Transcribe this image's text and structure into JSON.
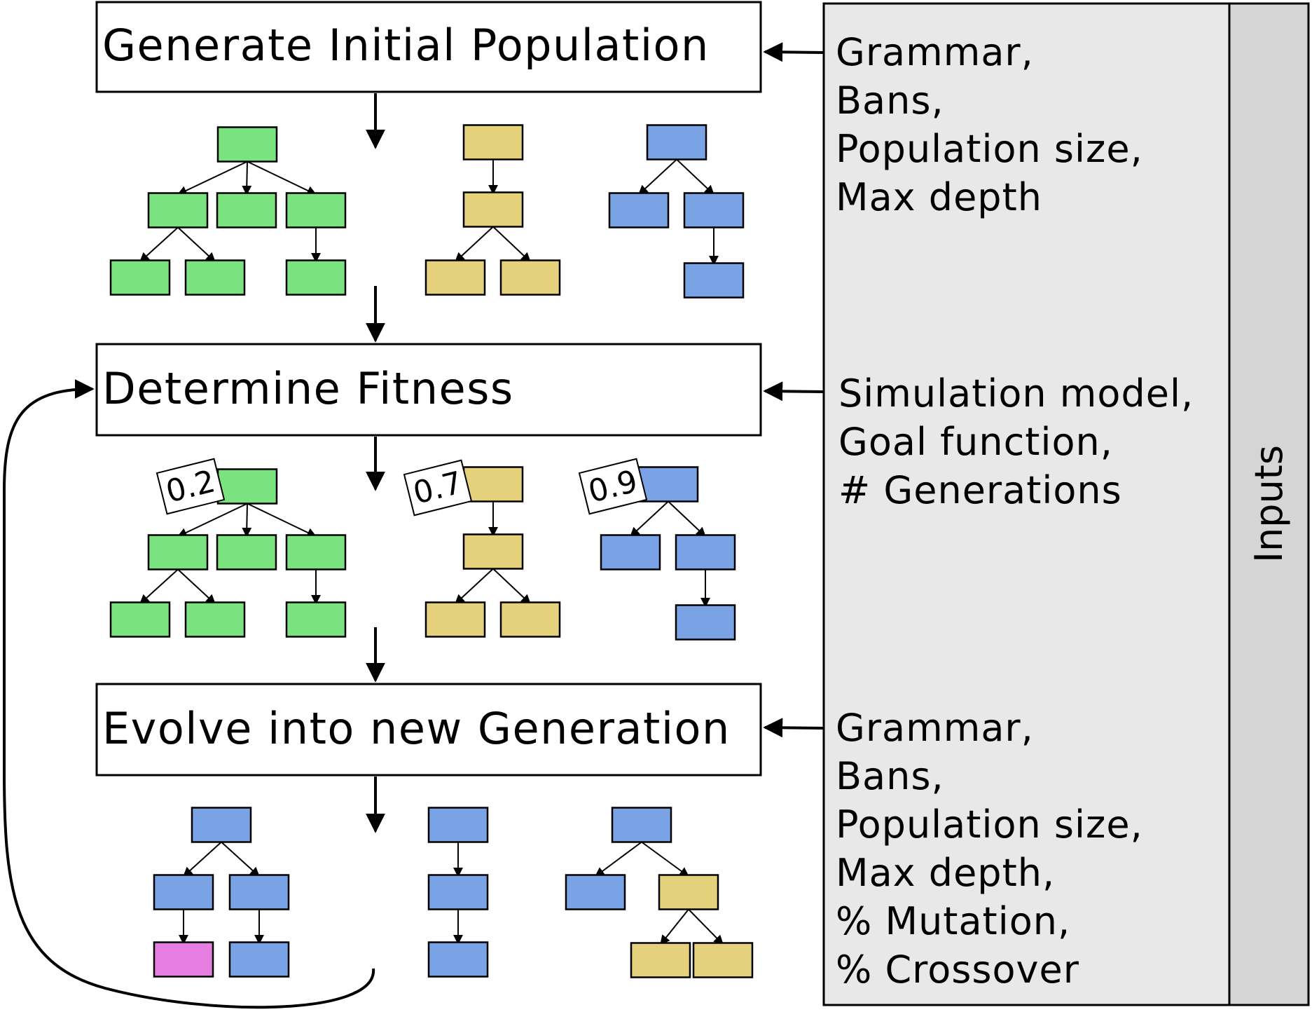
{
  "steps": {
    "generate": "Generate Initial Population",
    "fitness": "Determine Fitness",
    "evolve": "Evolve into new Generation"
  },
  "inputs_panel": {
    "title": "Inputs",
    "generate_inputs": [
      "Grammar,",
      "Bans,",
      "Population size,",
      "Max depth"
    ],
    "fitness_inputs": [
      "Simulation model,",
      "Goal function,",
      "# Generations"
    ],
    "evolve_inputs": [
      "Grammar,",
      "Bans,",
      "Population size,",
      "Max depth,",
      "% Mutation,",
      "% Crossover"
    ]
  },
  "fitness_scores": [
    "0.2",
    "0.7",
    "0.9"
  ],
  "colors": {
    "green": "#7ae37f",
    "yellow": "#e5d17c",
    "blue": "#7aa3e5",
    "magenta": "#e57ee0",
    "panel": "#e8e8e8",
    "panel_strip": "#d5d5d5"
  },
  "trees": {
    "initial": [
      "green",
      "yellow",
      "blue"
    ],
    "evaluated": [
      "green",
      "yellow",
      "blue"
    ],
    "new_generation": [
      "blue",
      "blue",
      "mixed"
    ]
  }
}
